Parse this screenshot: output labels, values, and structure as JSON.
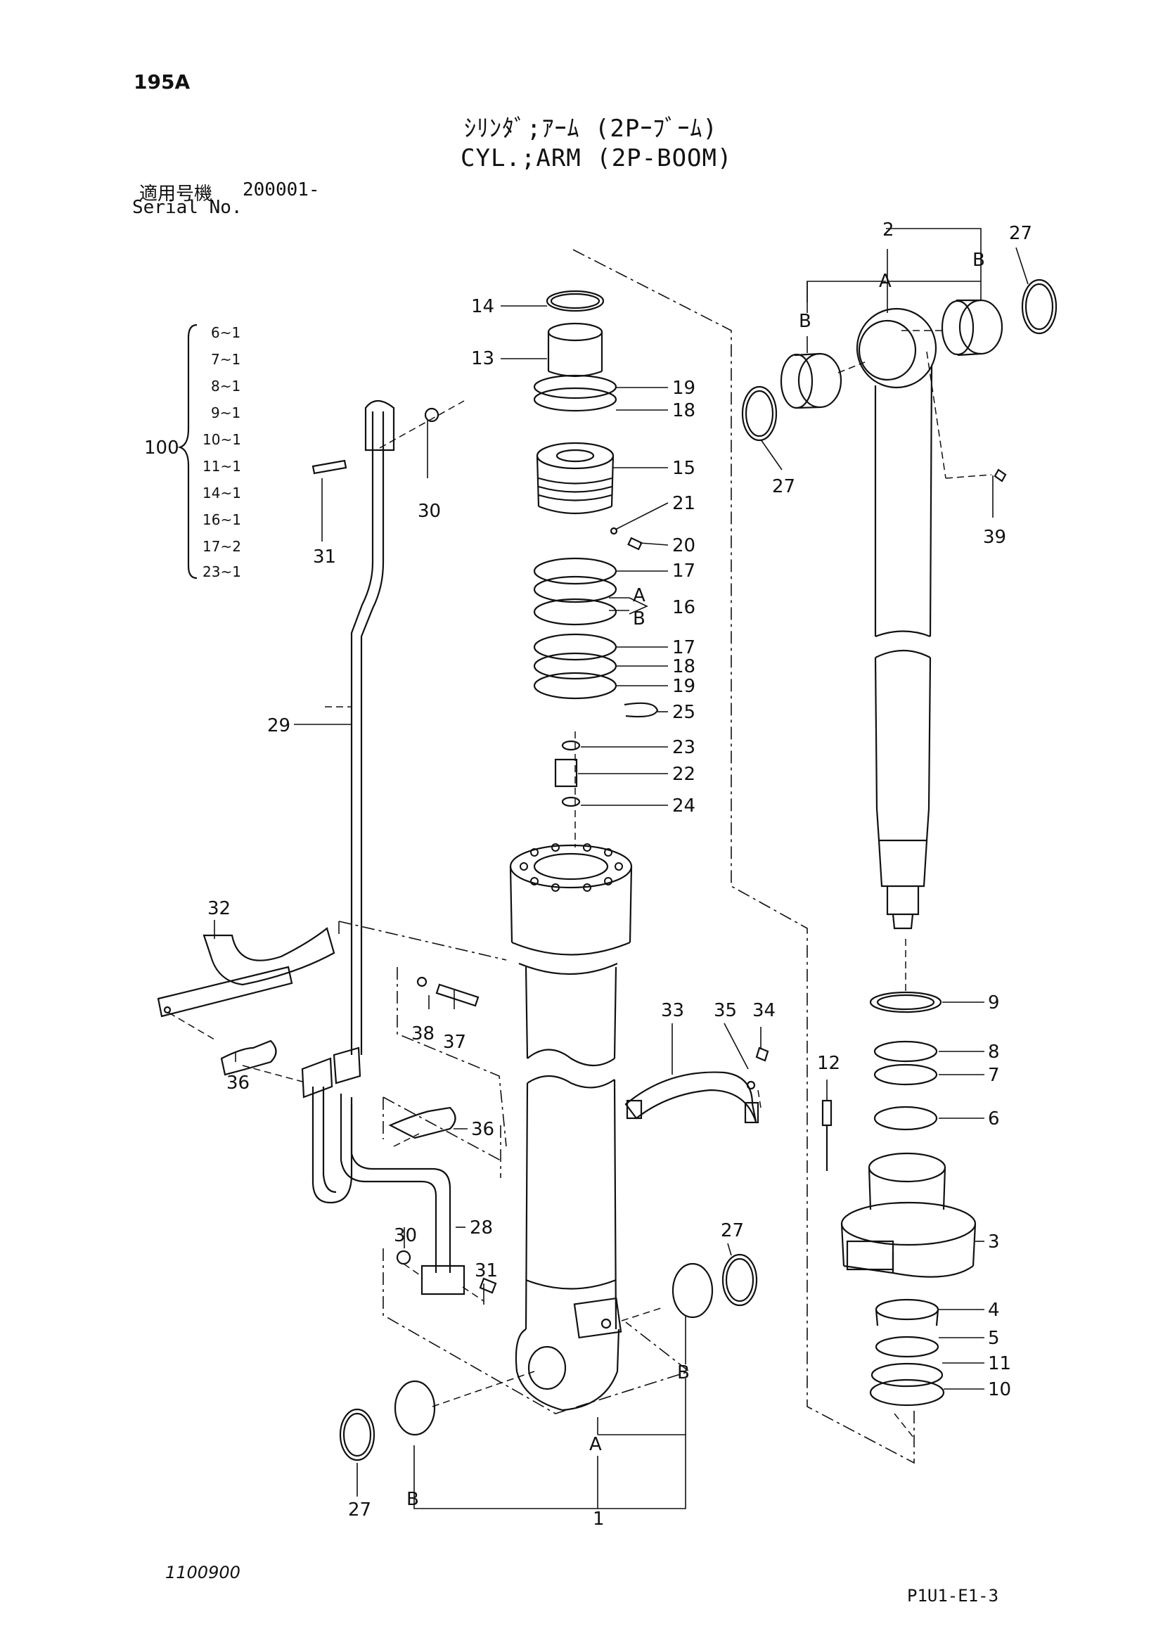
{
  "page_id": "195A",
  "title_jp": "ｼﾘﾝﾀﾞ;ｱｰﾑ (2Pｰﾌﾞｰﾑ)",
  "title_en": "CYL.;ARM (2P-BOOM)",
  "serial": {
    "label_jp": "適用号機",
    "label_en": "Serial No.",
    "value": "200001-"
  },
  "kit": {
    "id": "100",
    "items": [
      "6~1",
      "7~1",
      "8~1",
      "9~1",
      "10~1",
      "11~1",
      "14~1",
      "16~1",
      "17~2",
      "23~1"
    ]
  },
  "callouts": {
    "c1": "1",
    "c2": "2",
    "c3": "3",
    "c4": "4",
    "c5": "5",
    "c6": "6",
    "c7": "7",
    "c8": "8",
    "c9": "9",
    "c10": "10",
    "c11": "11",
    "c12": "12",
    "c13": "13",
    "c14": "14",
    "c15": "15",
    "c16": "16",
    "c17a": "17",
    "c17b": "17",
    "c18a": "18",
    "c18b": "18",
    "c19a": "19",
    "c19b": "19",
    "c20": "20",
    "c21": "21",
    "c22": "22",
    "c23": "23",
    "c24": "24",
    "c25": "25",
    "c27a": "27",
    "c27b": "27",
    "c27c": "27",
    "c27d": "27",
    "c28": "28",
    "c29": "29",
    "c30a": "30",
    "c30b": "30",
    "c31a": "31",
    "c31b": "31",
    "c32": "32",
    "c33": "33",
    "c34": "34",
    "c35": "35",
    "c36a": "36",
    "c36b": "36",
    "c37": "37",
    "c38": "38",
    "c39": "39",
    "a1": "A",
    "a2": "A",
    "a3": "A",
    "b1": "B",
    "b2": "B",
    "b3": "B",
    "b4": "B",
    "b5": "B"
  },
  "footer": {
    "left": "1100900",
    "right": "P1U1-E1-3"
  }
}
